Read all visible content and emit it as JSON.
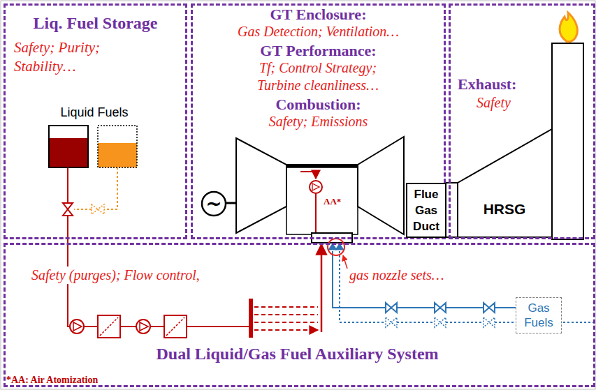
{
  "diagram": {
    "nodes": [
      {
        "text": [
          "Liq. Fuel Storage",
          "Safety; Purity; Stability…"
        ]
      },
      {
        "text": [
          "GT Enclosure:",
          "Gas Detection; Ventilation…",
          "GT Performance:",
          "Tf; Control Strategy; Turbine cleanliness…",
          "Combustion:",
          "Safety; Emissions"
        ]
      },
      {
        "text": [
          "Exhaust:",
          "Safety"
        ]
      },
      {
        "text": [
          "Flue Gas Duct"
        ],
        "in": 1
      },
      {
        "text": [
          "HRSG"
        ],
        "in": 2
      },
      {
        "text": [
          "Safety (purges); Flow control,",
          "gas nozzle sets…",
          "Dual Liquid/Gas Fuel Auxiliary System"
        ]
      },
      {
        "text": [
          "Gas Fuels"
        ],
        "in": 5
      }
    ],
    "labels": [
      "Liquid Fuels",
      "~",
      "AA*",
      "*AA: Air Atomization"
    ]
  }
}
